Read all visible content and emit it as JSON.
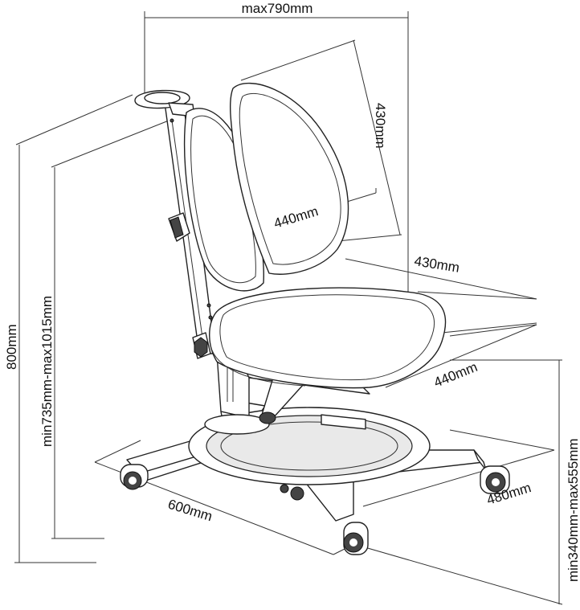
{
  "dimensions": {
    "total_width": "max790mm",
    "backrest_height": "430mm",
    "backrest_width": "440mm",
    "seat_depth": "430mm",
    "seat_width": "440mm",
    "total_height": "800mm",
    "adjustable_height": "min735mm-max1015mm",
    "seat_height": "min340mm-max555mm",
    "base_length": "600mm",
    "base_width": "480mm"
  }
}
